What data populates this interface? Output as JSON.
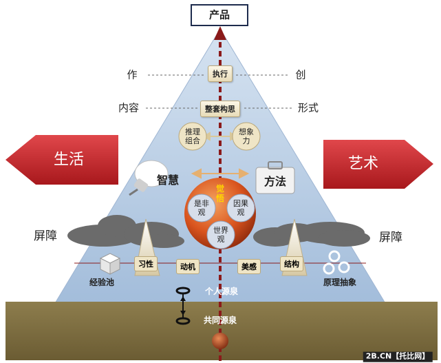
{
  "top_box": "产品",
  "execute": "执行",
  "zuo": "作",
  "chuang": "创",
  "integrated_idea": "整套构思",
  "content": "内容",
  "form": "形式",
  "reasoning": "推理\n组合",
  "imagination": "想象\n力",
  "life": "生活",
  "art": "艺术",
  "wisdom": "智慧",
  "method": "方法",
  "enlightenment": "觉\n悟",
  "right_wrong": "是非\n观",
  "cause_effect": "因果\n观",
  "worldview": "世界\n观",
  "barrier_left": "屏障",
  "barrier_right": "屏障",
  "habit": "习性",
  "motivation": "动机",
  "aesthetics": "美感",
  "structure": "结构",
  "experience_pool": "经验池",
  "principle_abstraction": "原理抽象",
  "personal_source": "个人源泉",
  "common_source": "共同源泉",
  "watermark": "2B.CN【托比网】",
  "colors": {
    "triangle": "#b7cde6",
    "ground": "#7a6b3f",
    "arrow_red": "#c0282c",
    "orb": "#d9541e",
    "axis": "#8b1a1a"
  }
}
